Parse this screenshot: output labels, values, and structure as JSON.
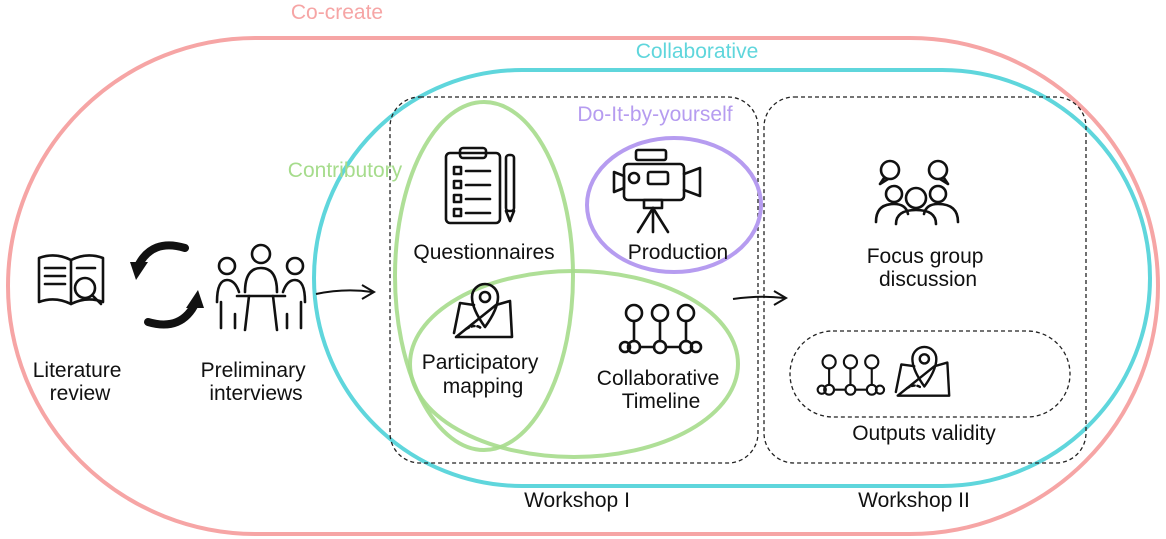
{
  "categories": {
    "co_create": "Co-create",
    "collaborative": "Collaborative",
    "do_it_by_yourself": "Do-It-by-yourself",
    "contributory": "Contributory"
  },
  "nodes": {
    "literature_review": [
      "Literature",
      "review"
    ],
    "preliminary_interviews": [
      "Preliminary",
      "interviews"
    ],
    "questionnaires": "Questionnaires",
    "production": "Production",
    "participatory_mapping": [
      "Participatory",
      "mapping"
    ],
    "collaborative_timeline": [
      "Collaborative",
      "Timeline"
    ],
    "focus_group_discussion": [
      "Focus group",
      "discussion"
    ],
    "outputs_validity": "Outputs validity"
  },
  "groups": {
    "workshop_1": "Workshop I",
    "workshop_2": "Workshop II"
  },
  "colors": {
    "co_create": "#f6a5a5",
    "collaborative": "#5fd6dc",
    "do_it_by_yourself": "#b69cf0",
    "contributory": "#a6dc8c",
    "icon": "#111111"
  },
  "icons": [
    "book-magnifier-icon",
    "cycle-arrows-icon",
    "meeting-people-icon",
    "checklist-icon",
    "video-camera-icon",
    "map-pin-icon",
    "timeline-icon",
    "group-chat-icon"
  ]
}
